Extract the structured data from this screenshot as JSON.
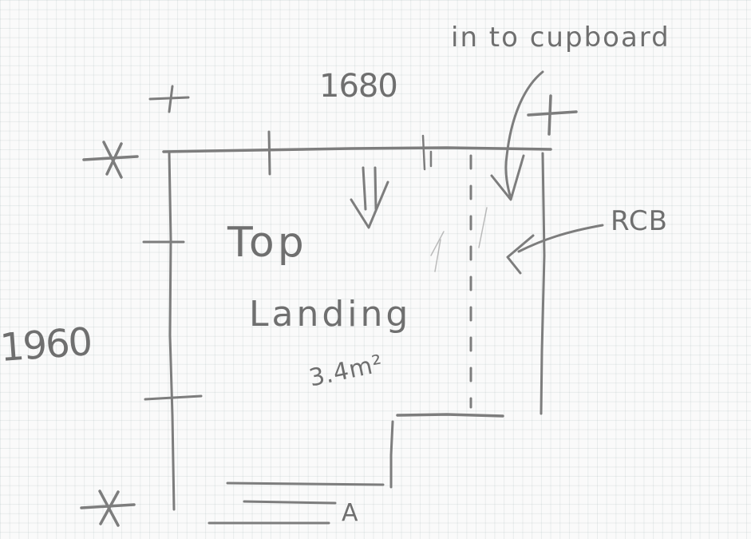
{
  "sketch": {
    "dimension_top": "1680",
    "dimension_left": "1960",
    "note_into": "in to cupboard",
    "note_rcb": "RCB",
    "room_line1": "Top",
    "room_line2": "Landing",
    "area": "3.4m²",
    "stair_label": "A"
  }
}
